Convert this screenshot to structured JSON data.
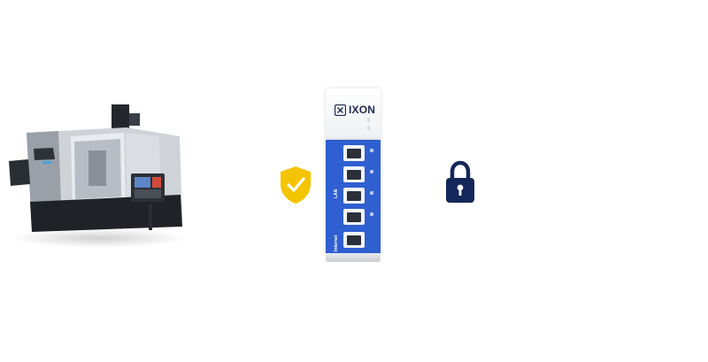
{
  "router": {
    "brand": "IXON",
    "lan_label": "LAN",
    "wan_label": "Internet"
  },
  "colors": {
    "shield": "#f5c400",
    "lock": "#15275a",
    "router_blue": "#2f5fd0",
    "brand_text": "#1c2a4e"
  },
  "icons": {
    "shield": "shield-check-icon",
    "lock": "padlock-icon",
    "logo": "ixon-logo-icon"
  }
}
